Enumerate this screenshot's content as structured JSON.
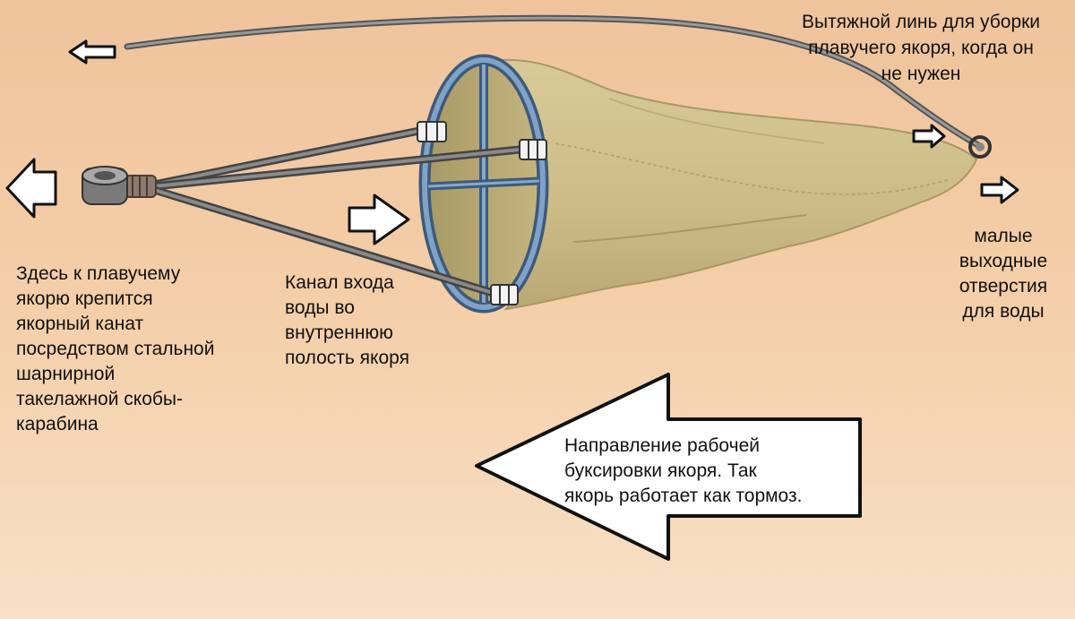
{
  "labels": {
    "anchor_attachment": "Здесь к плавучему\nякорю крепится\nякорный канат\nпосредством стальной\nшарнирной\nтакелажной скобы-\nкарабина",
    "water_inlet": "Канал входа\nводы во\nвнутреннюю\nполость якоря",
    "trip_line": "Вытяжной линь для уборки\nплавучего якоря, когда он\nне нужен",
    "water_outlets": "малые\nвыходные\nотверстия\nдля воды",
    "tow_direction": "Направление рабочей\nбуксировки якоря. Так\nякорь работает как тормоз."
  },
  "colors": {
    "background": "#f2c9a3",
    "background_lower": "#f7dcc0",
    "cone_fabric": "#cfc08b",
    "cone_shadow": "#b8a878",
    "hoop": "#6d8fb8",
    "bridle": "#6c6c6c",
    "arrow_fill": "#ffffff",
    "arrow_stroke": "#111111"
  }
}
